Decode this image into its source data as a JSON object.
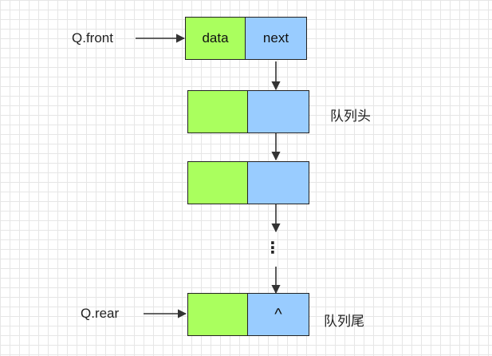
{
  "labels": {
    "front": "Q.front",
    "rear": "Q.rear",
    "queue_head": "队列头",
    "queue_tail": "队列尾",
    "ellipsis": "⋮"
  },
  "nodes": [
    {
      "data": "data",
      "next": "next"
    },
    {
      "data": "",
      "next": ""
    },
    {
      "data": "",
      "next": ""
    },
    {
      "data": "",
      "next": "^"
    }
  ],
  "colors": {
    "data_fill": "#aaff5e",
    "next_fill": "#99ccff",
    "stroke": "#222222",
    "grid": "#e6e6e6"
  }
}
